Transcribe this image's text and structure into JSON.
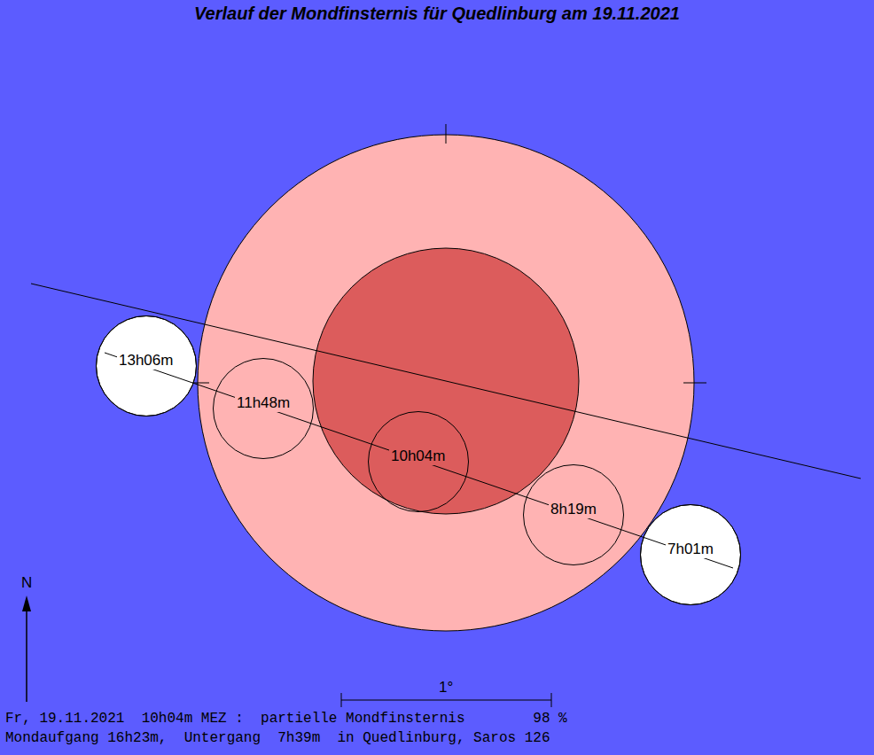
{
  "diagram": {
    "title": "Verlauf der Mondfinsternis für Quedlinburg am 19.11.2021",
    "nodes": [
      {
        "text": [
          "13h06m"
        ]
      },
      {
        "text": [
          "11h48m"
        ]
      },
      {
        "text": [
          "10h04m"
        ]
      },
      {
        "text": [
          "8h19m"
        ]
      },
      {
        "text": [
          "7h01m"
        ]
      }
    ],
    "labels": [
      "N",
      "1°",
      "Fr, 19.11.2021  10h04m MEZ :  partielle Mondfinsternis        98 %",
      "Mondaufgang 16h23m,  Untergang  7h39m  in Quedlinburg, Saros 126"
    ]
  }
}
